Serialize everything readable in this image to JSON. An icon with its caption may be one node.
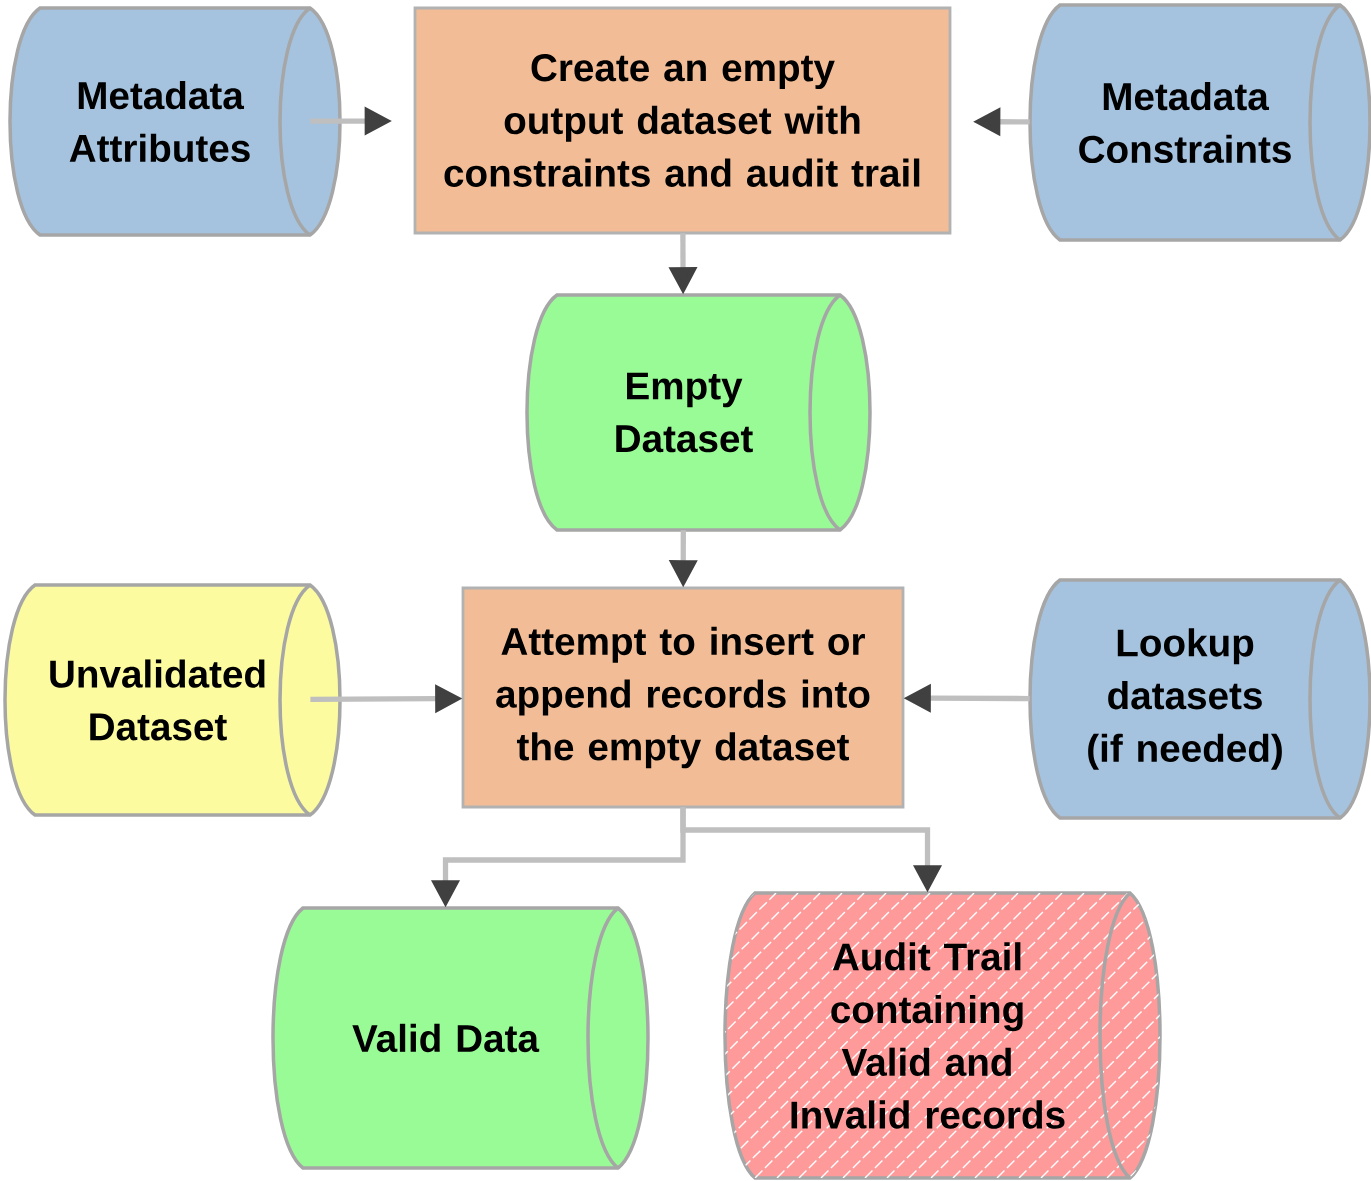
{
  "diagram": {
    "nodes": [
      {
        "text": [
          "Metadata Attributes"
        ]
      },
      {
        "text": [
          "Create an empty output dataset with constraints and audit trail"
        ]
      },
      {
        "text": [
          "Metadata Constraints"
        ]
      },
      {
        "text": [
          "Empty Dataset"
        ]
      },
      {
        "text": [
          "Unvalidated Dataset"
        ]
      },
      {
        "text": [
          "Attempt to insert or append records into the empty dataset"
        ]
      },
      {
        "text": [
          "Lookup datasets (if needed)"
        ]
      },
      {
        "text": [
          "Valid Data"
        ]
      },
      {
        "text": [
          "Audit Trail containing Valid and Invalid records"
        ]
      }
    ],
    "edges": [
      {
        "from": 0,
        "to": 1,
        "arrow": "to"
      },
      {
        "from": 2,
        "to": 1,
        "arrow": "to"
      },
      {
        "from": 1,
        "to": 3,
        "arrow": "to"
      },
      {
        "from": 3,
        "to": 5,
        "arrow": "to"
      },
      {
        "from": 4,
        "to": 5,
        "arrow": "to"
      },
      {
        "from": 6,
        "to": 5,
        "arrow": "to"
      },
      {
        "from": 5,
        "to": 7,
        "arrow": "to"
      },
      {
        "from": 5,
        "to": 8,
        "arrow": "to"
      }
    ]
  }
}
